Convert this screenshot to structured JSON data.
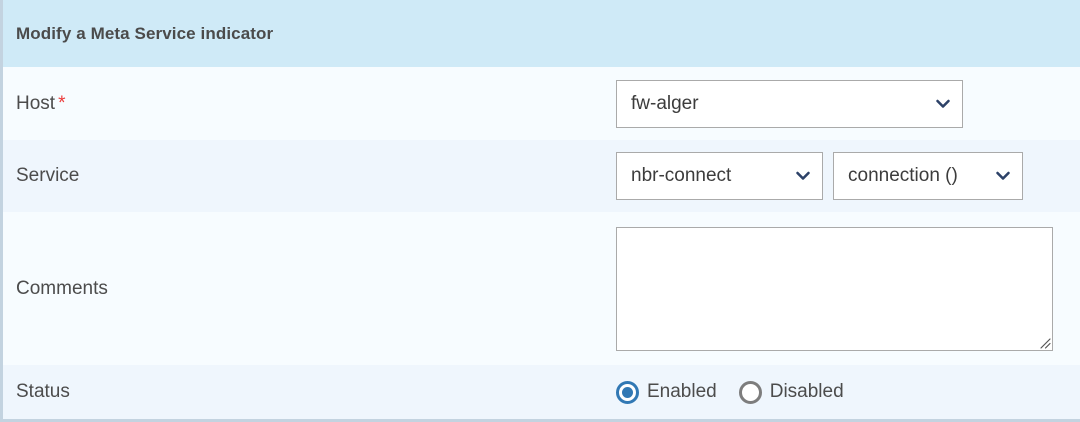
{
  "panel": {
    "title": "Modify a Meta Service indicator",
    "header_bg": "#cfeaf7",
    "accent_blue": "#3178b4",
    "required_color": "#ec3b3b",
    "chevron_color": "#2d4268"
  },
  "rows": {
    "host": {
      "label": "Host",
      "required_marker": "*",
      "select": {
        "value": "fw-alger",
        "icon": "chevron-down-icon"
      }
    },
    "service": {
      "label": "Service",
      "select_service": {
        "value": "nbr-connect",
        "icon": "chevron-down-icon"
      },
      "select_metric": {
        "value": "connection ()",
        "icon": "chevron-down-icon"
      }
    },
    "comments": {
      "label": "Comments",
      "value": "",
      "placeholder": ""
    },
    "status": {
      "label": "Status",
      "options": [
        {
          "label": "Enabled",
          "selected": true
        },
        {
          "label": "Disabled",
          "selected": false
        }
      ]
    }
  }
}
